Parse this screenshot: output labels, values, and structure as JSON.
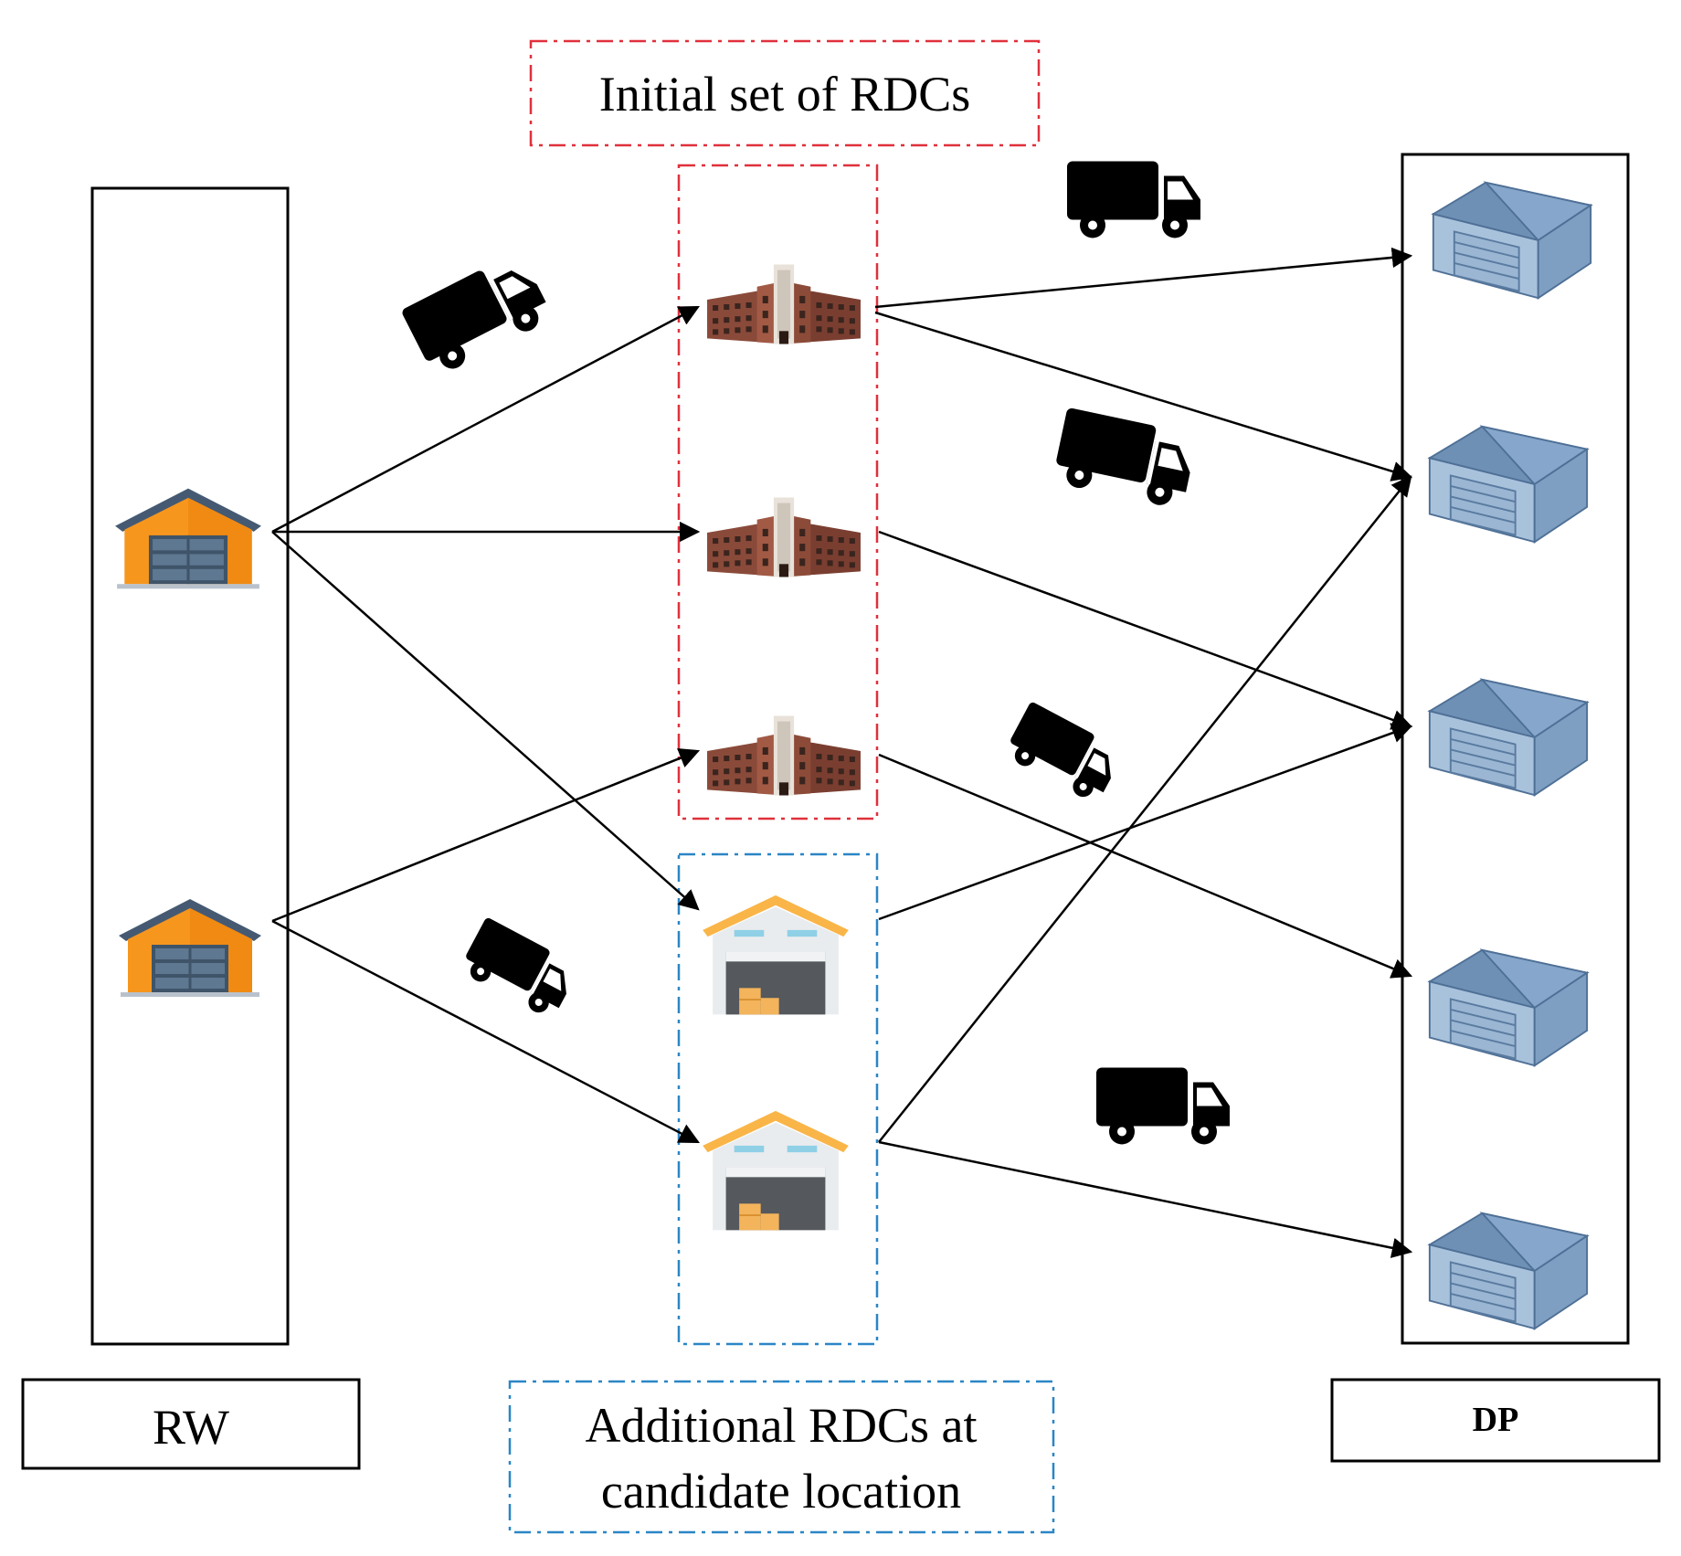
{
  "labels": {
    "initial_set": "Initial set of RDCs",
    "additional_line1": "Additional RDCs at",
    "additional_line2": "candidate location",
    "rw": "RW",
    "dp": "DP"
  },
  "icons": {
    "rw_node": "orange-warehouse-icon",
    "initial_rdc": "office-building-icon",
    "candidate_rdc": "candidate-warehouse-icon",
    "dp_node": "blue-house-icon",
    "transport": "delivery-truck-icon"
  },
  "colors": {
    "initial_group_border": "#e0303c",
    "candidate_group_border": "#2a86c6",
    "rw_warehouse": "#f7961d",
    "dp_house": "#7a9cc0",
    "truck": "#000000"
  },
  "nodes": {
    "rw": [
      "RW-1",
      "RW-2"
    ],
    "initial_rdc": [
      "RDC-1",
      "RDC-2",
      "RDC-3"
    ],
    "candidate_rdc": [
      "C-1",
      "C-2"
    ],
    "dp": [
      "DP-1",
      "DP-2",
      "DP-3",
      "DP-4",
      "DP-5"
    ]
  },
  "edges": [
    {
      "from": "RW-1",
      "to": "RDC-1"
    },
    {
      "from": "RW-1",
      "to": "RDC-2"
    },
    {
      "from": "RW-1",
      "to": "C-1"
    },
    {
      "from": "RW-2",
      "to": "RDC-3"
    },
    {
      "from": "RW-2",
      "to": "C-2"
    },
    {
      "from": "RDC-1",
      "to": "DP-1"
    },
    {
      "from": "RDC-1",
      "to": "DP-2"
    },
    {
      "from": "RDC-2",
      "to": "DP-3"
    },
    {
      "from": "RDC-3",
      "to": "DP-4"
    },
    {
      "from": "C-1",
      "to": "DP-3"
    },
    {
      "from": "C-2",
      "to": "DP-2"
    },
    {
      "from": "C-2",
      "to": "DP-5"
    }
  ]
}
